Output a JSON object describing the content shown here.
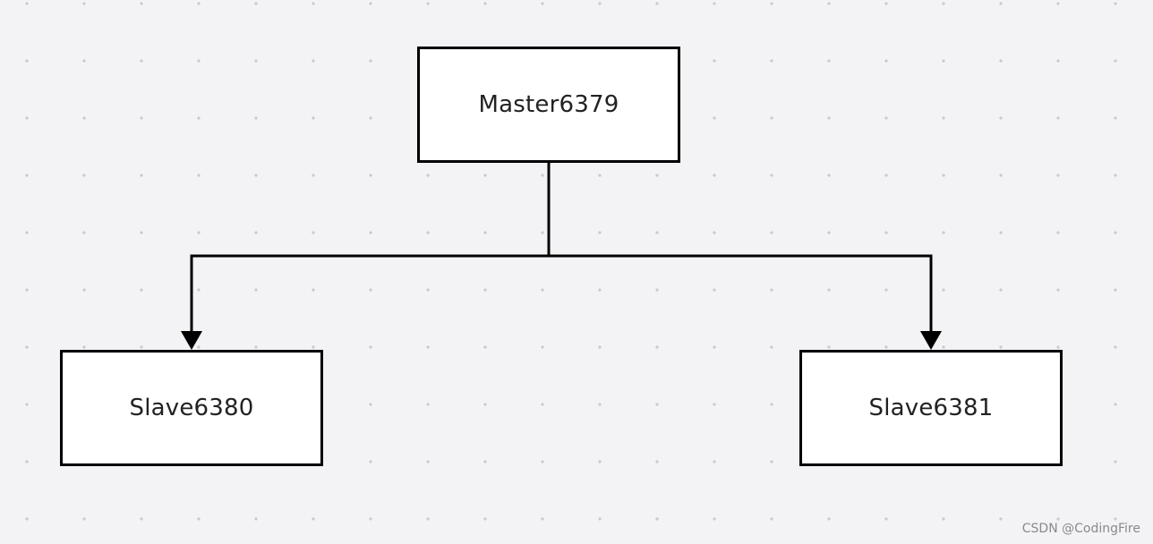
{
  "nodes": {
    "master": "Master6379",
    "slave_1": "Slave6380",
    "slave_2": "Slave6381"
  },
  "watermark": "CSDN @CodingFire",
  "colors": {
    "background": "#f3f3f5",
    "node_fill": "#ffffff",
    "stroke": "#000000"
  }
}
